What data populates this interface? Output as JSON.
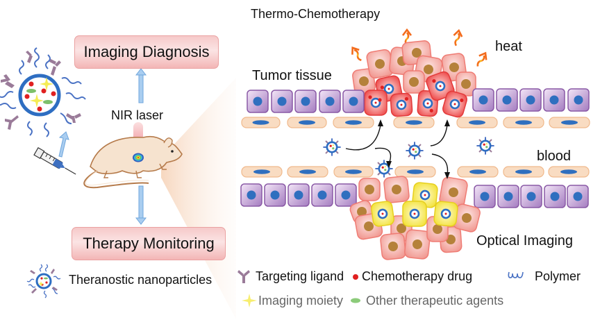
{
  "left_panel": {
    "imaging_diagnosis": "Imaging Diagnosis",
    "nir_laser": "NIR laser",
    "therapy_monitoring": "Therapy Monitoring"
  },
  "right_panel": {
    "thermo_chemotherapy": "Thermo-Chemotherapy",
    "heat": "heat",
    "tumor_tissue": "Tumor tissue",
    "blood": "blood",
    "optical_imaging": "Optical Imaging"
  },
  "legend": {
    "theranostic_nanoparticles": "Theranostic nanoparticles",
    "targeting_ligand": "Targeting ligand",
    "chemotherapy_drug": "Chemotherapy drug",
    "polymer": "Polymer",
    "imaging_moiety": "Imaging moiety",
    "other_therapeutic_agents": "Other therapeutic agents"
  },
  "colors": {
    "label_box": "#f6c9c9",
    "arrow_blue": "#a9cdf0",
    "cell_purple": "#a477b8",
    "nucleus_blue": "#2f6fbf",
    "endothelial": "#f9d8bd",
    "tumor_red": "#ef5a5a",
    "tumor_pink": "#f7b3ad",
    "nucleus_brown": "#b5813a",
    "imaging_yellow": "#f5ec55",
    "drug_red": "#e02020",
    "agent_green": "#7cc06a",
    "ligand_purple": "#9a7b99",
    "heat_orange": "#f28a1e"
  }
}
